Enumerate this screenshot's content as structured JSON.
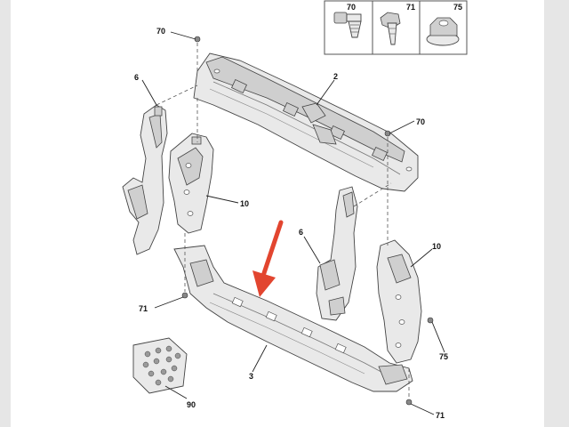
{
  "hardware_box": {
    "labels": [
      "70",
      "71",
      "75"
    ]
  },
  "callouts": [
    {
      "id": "c70a",
      "text": "70"
    },
    {
      "id": "c6a",
      "text": "6"
    },
    {
      "id": "c2",
      "text": "2"
    },
    {
      "id": "c70b",
      "text": "70"
    },
    {
      "id": "c10a",
      "text": "10"
    },
    {
      "id": "c6b",
      "text": "6"
    },
    {
      "id": "c10b",
      "text": "10"
    },
    {
      "id": "c71a",
      "text": "71"
    },
    {
      "id": "c75",
      "text": "75"
    },
    {
      "id": "c3",
      "text": "3"
    },
    {
      "id": "c90",
      "text": "90"
    },
    {
      "id": "c71b",
      "text": "71"
    }
  ],
  "colors": {
    "arrow": "#e2452f",
    "line": "#222222",
    "part_fill": "#e9e9e9"
  }
}
